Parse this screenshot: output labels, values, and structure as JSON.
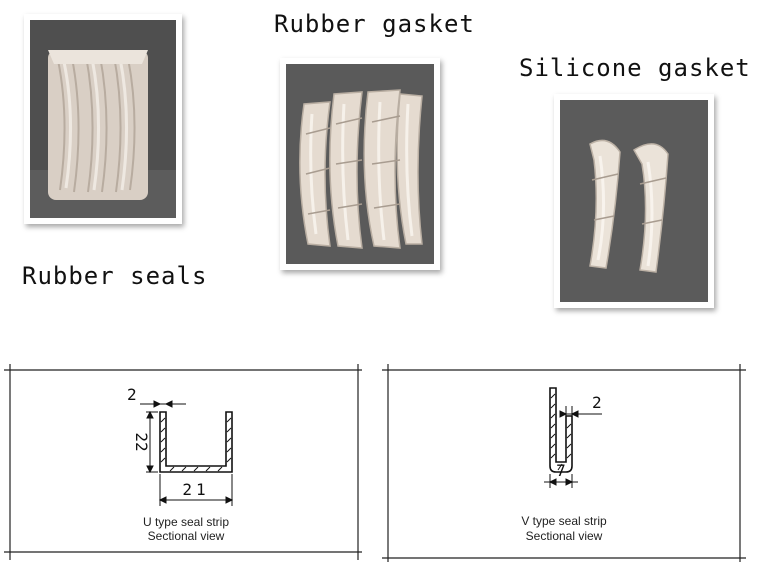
{
  "captions": {
    "rubber_gasket": "Rubber gasket",
    "silicone_gasket": "Silicone gasket",
    "rubber_seals": "Rubber seals"
  },
  "u_profile": {
    "dim_thickness": "2",
    "dim_height": "22",
    "dim_width": "21",
    "title": "U type seal strip",
    "subtitle": "Sectional view"
  },
  "v_profile": {
    "dim_thickness": "2",
    "dim_width": "7",
    "title": "V type seal strip",
    "subtitle": "Sectional view"
  },
  "colors": {
    "photo_background": "#5a5a5a",
    "seal_material": "#e8dfd5",
    "frame_line": "#222222"
  }
}
